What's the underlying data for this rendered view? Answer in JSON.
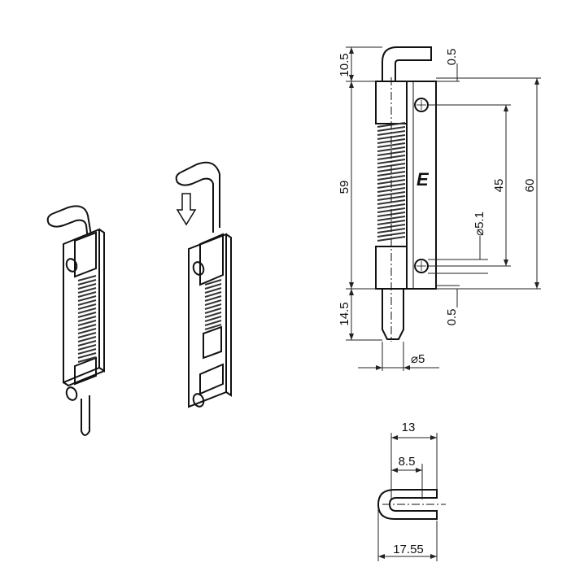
{
  "dimensions": {
    "pin_hook_height": "10.5",
    "hook_offset_top": "0.5",
    "body_length": "59",
    "hole_spacing": "45",
    "overall_length": "60",
    "hole_diameter": "⌀5.1",
    "pin_extension": "14.5",
    "pin_offset_bottom": "0.5",
    "pin_diameter": "⌀5",
    "hook_width": "13",
    "hook_inner": "8.5",
    "hook_overall": "17.55"
  },
  "brand_mark": "E",
  "colors": {
    "stroke": "#111111",
    "dim": "#222222",
    "spring": "#333333"
  }
}
